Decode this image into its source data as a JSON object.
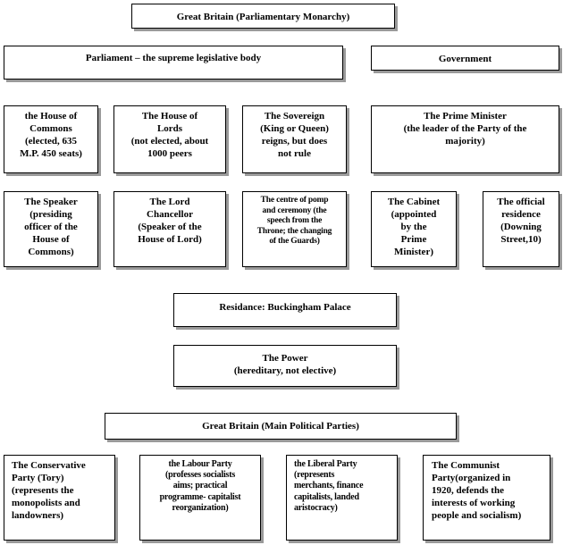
{
  "title": "Great  Britain  (Parliamentary  Monarchy)",
  "parliament": "Parliament  – the supreme legislative body",
  "government": "Government",
  "house_of_commons": "the House of\nCommons\n(elected, 635\nM.P. 450  seats)",
  "house_of_lords": "The House of\nLords\n(not elected, about\n1000  peers",
  "sovereign": "The Sovereign\n(King or Queen)\nreigns, but does\nnot rule",
  "prime_minister": "The Prime  Minister\n(the leader of the Party of the\nmajority)",
  "speaker": "The Speaker\n(presiding\nofficer  of the\nHouse of\nCommons)",
  "lord_chancellor": "The Lord\nChancellor\n(Speaker  of the\nHouse of Lord)",
  "pomp_ceremony": "The centre of pomp\nand ceremony (the\nspeech from the\nThrone; the changing\nof the Guards)",
  "cabinet": "The Cabinet\n(appointed\nby the\nPrime\nMinister)",
  "official_residence": "The official\nresidence\n(Downing\nStreet,10)",
  "residence": "Residance: Buckingham Palace",
  "power": "The Power\n(hereditary, not elective)",
  "parties_title": "Great  Britain  (Main  Political  Parties)",
  "conservative": "The Conservative\nParty (Tory)\n(represents the\nmonopolists and\nlandowners)",
  "labour": "the Labour Party\n(professes socialists\naims; practical\nprogramme- capitalist\nreorganization)",
  "liberal": "the Liberal Party\n(represents\nmerchants, finance\ncapitalists, landed\naristocracy)",
  "communist": "The Communist\nParty(organized in\n1920,  defends the\ninterests of working\npeople and socialism)"
}
